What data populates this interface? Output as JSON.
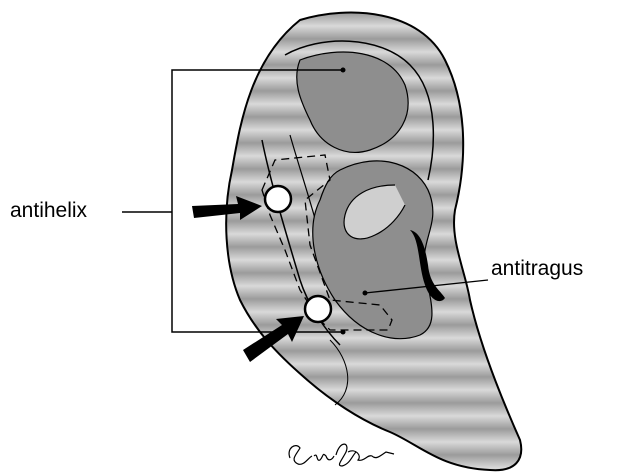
{
  "labels": {
    "antihelix": "antihelix",
    "antitragus": "antitragus"
  },
  "artist_signature": "Eric S. Asher",
  "colors": {
    "stripe_dark": "#9a9a9a",
    "stripe_light": "#d8d8d8",
    "inner_shade": "#8e8e8e",
    "ink": "#000000"
  },
  "icons": [
    "arrow-upper-icon",
    "arrow-lower-icon",
    "point-upper-icon",
    "point-lower-icon"
  ]
}
